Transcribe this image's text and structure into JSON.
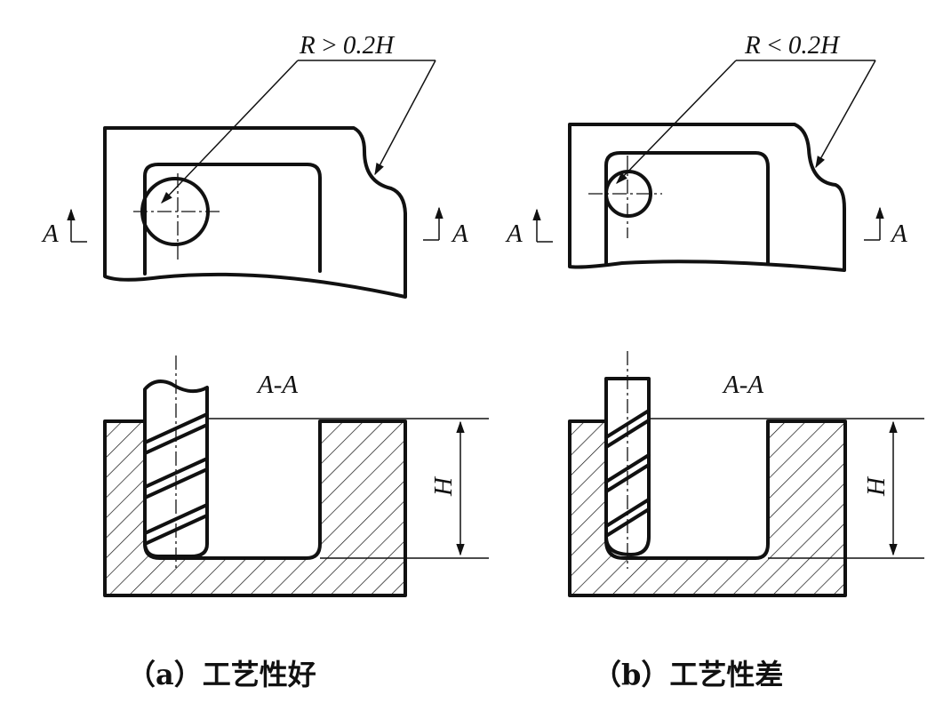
{
  "panels": [
    {
      "radius_label": "R > 0.2H",
      "section_left_label": "A",
      "section_right_label": "A",
      "section_title": "A-A",
      "height_label": "H",
      "caption": "（a）工艺性好"
    },
    {
      "radius_label": "R < 0.2H",
      "section_left_label": "A",
      "section_right_label": "A",
      "section_title": "A-A",
      "height_label": "H",
      "caption": "（b）工艺性差"
    }
  ]
}
